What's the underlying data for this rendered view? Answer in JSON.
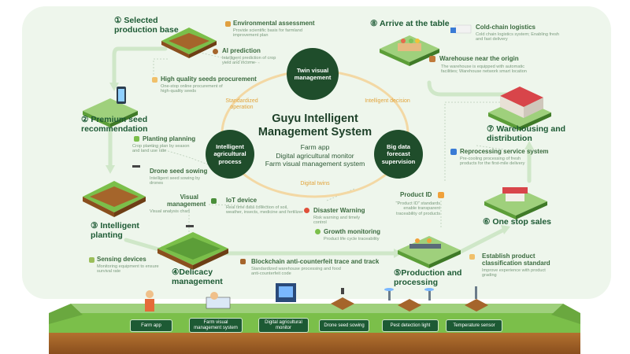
{
  "center": {
    "title": "Guyu Intelligent Management System",
    "line1": "Farm app",
    "line2": "Digital agricultural monitor",
    "line3": "Farm visual management system"
  },
  "circles": {
    "twin": "Twin visual management",
    "agri": "Intelligent agricultural process",
    "bigdata": "Big data forecast supervision"
  },
  "connectors": {
    "standardized": "Standardized operation",
    "intelligent": "Intelligent decision",
    "digital": "Digital twins"
  },
  "steps": {
    "s1": "① Selected production base",
    "s2": "② Premium seed recommendation",
    "s3": "③ Intelligent planting",
    "s4": "④Delicacy management",
    "s5": "⑤Production and processing",
    "s6": "⑥ One stop sales",
    "s7": "⑦ Warehousing and distribution",
    "s8": "⑧ Arrive at the table"
  },
  "items": {
    "env_title": "Environmental assessment",
    "env_desc": "Provide scientific basis for farmland improvement plan",
    "ai_title": "AI prediction",
    "ai_desc": "Intelligent prediction of crop yield and income",
    "seeds_title": "High quality seeds procurement",
    "seeds_desc": "One-stop online procurement of high-quality seeds",
    "plan_title": "Planting planning",
    "plan_desc": "Crop planting plan by season and land use rate",
    "drone_title": "Drone seed sowing",
    "drone_desc": "Intelligent seed sowing by drones",
    "visual_title": "Visual management",
    "visual_desc": "Visual analysis chart",
    "iot_title": "IoT device",
    "iot_desc": "Real time data collection of soil, weather, insects, medicine and fertilizer",
    "sensing_title": "Sensing devices",
    "sensing_desc": "Monitoring equipment to ensure survival rate",
    "block_title": "Blockchain anti-counterfeit trace and track",
    "block_desc": "Standardized warehouse processing and food anti-counterfeit code",
    "product_title": "Product ID",
    "product_desc": "\"Product ID\" standards enable transparent traceability of products",
    "disaster_title": "Disaster Warning",
    "disaster_desc": "Risk warning and timely control",
    "growth_title": "Growth monitoring",
    "growth_desc": "Product life cycle traceability",
    "class_title": "Establish product classification standard",
    "class_desc": "Improve experience with product grading",
    "reproc_title": "Reprocessing service system",
    "reproc_desc": "Pre-cooling processing of fresh products for the first-mile delivery",
    "ware_title": "Warehouse near the origin",
    "ware_desc": "The warehouse is equipped with automatic facilities; Warehouse network smart location",
    "cold_title": "Cold-chain logistics",
    "cold_desc": "Cold chain logistics system; Enabling fresh and fast delivery"
  },
  "bottom": [
    "Farm app",
    "Farm visual management system",
    "Digital agricultural monitor",
    "Drone seed sowing",
    "Pest detection light",
    "Temperature sensor"
  ],
  "colors": {
    "dark_green": "#1d5a34",
    "light_green_bg": "#eef6ec",
    "orange": "#e2a43c",
    "grass": "#7bbf4a",
    "soil": "#a5652b"
  }
}
